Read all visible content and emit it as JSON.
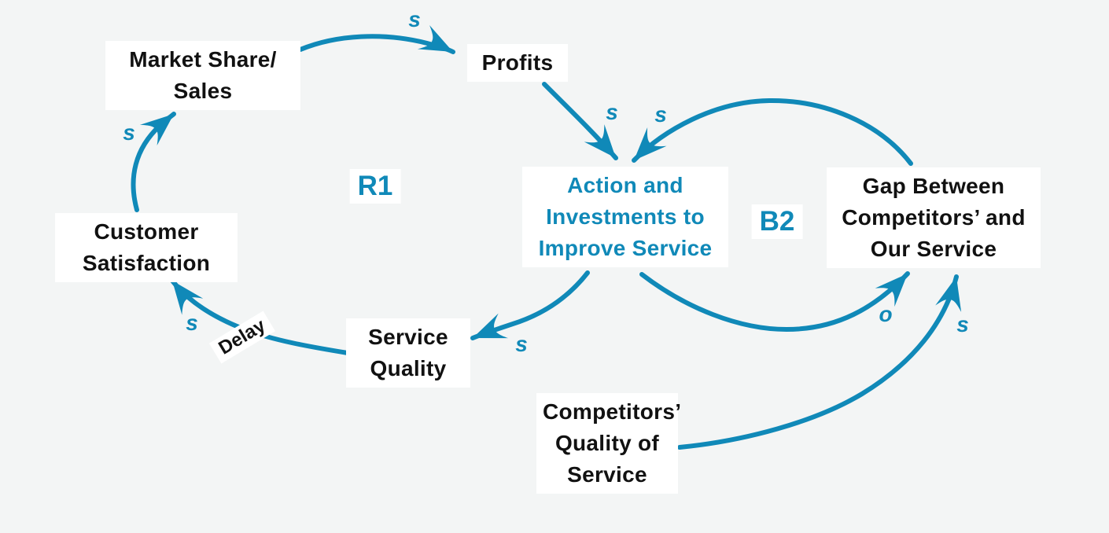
{
  "colors": {
    "accent": "#1089B8",
    "ink": "#111111",
    "page-bg": "#f3f5f5",
    "node-bg": "#ffffff"
  },
  "diagram": {
    "type": "causal-loop-diagram",
    "nodes": [
      {
        "id": "market-share-sales",
        "lines": [
          "Market Share/",
          "Sales"
        ]
      },
      {
        "id": "profits",
        "lines": [
          "Profits"
        ]
      },
      {
        "id": "customer-satisfaction",
        "lines": [
          "Customer",
          "Satisfaction"
        ]
      },
      {
        "id": "action-investments",
        "lines": [
          "Action and",
          "Investments to",
          "Improve Service"
        ]
      },
      {
        "id": "gap-service",
        "lines": [
          "Gap Between",
          "Competitors’ and",
          "Our Service"
        ]
      },
      {
        "id": "service-quality",
        "lines": [
          "Service",
          "Quality"
        ]
      },
      {
        "id": "competitors-quality",
        "lines": [
          "Competitors’",
          "Quality of",
          "Service"
        ]
      }
    ],
    "loops": [
      {
        "id": "R1",
        "label": "R1"
      },
      {
        "id": "B2",
        "label": "B2"
      }
    ],
    "links": [
      {
        "from": "Customer Satisfaction",
        "to": "Market Share/Sales",
        "polarity": "s"
      },
      {
        "from": "Market Share/Sales",
        "to": "Profits",
        "polarity": "s"
      },
      {
        "from": "Profits",
        "to": "Action and Investments to Improve Service",
        "polarity": "s"
      },
      {
        "from": "Gap Between Competitors’ and Our Service",
        "to": "Action and Investments to Improve Service",
        "polarity": "s"
      },
      {
        "from": "Action and Investments to Improve Service",
        "to": "Service Quality",
        "polarity": "s"
      },
      {
        "from": "Service Quality",
        "to": "Customer Satisfaction",
        "polarity": "s",
        "delay": "Delay"
      },
      {
        "from": "Action and Investments to Improve Service",
        "to": "Gap Between Competitors’ and Our Service",
        "polarity": "o"
      },
      {
        "from": "Competitors’ Quality of Service",
        "to": "Gap Between Competitors’ and Our Service",
        "polarity": "s"
      }
    ],
    "delay_label": "Delay"
  }
}
